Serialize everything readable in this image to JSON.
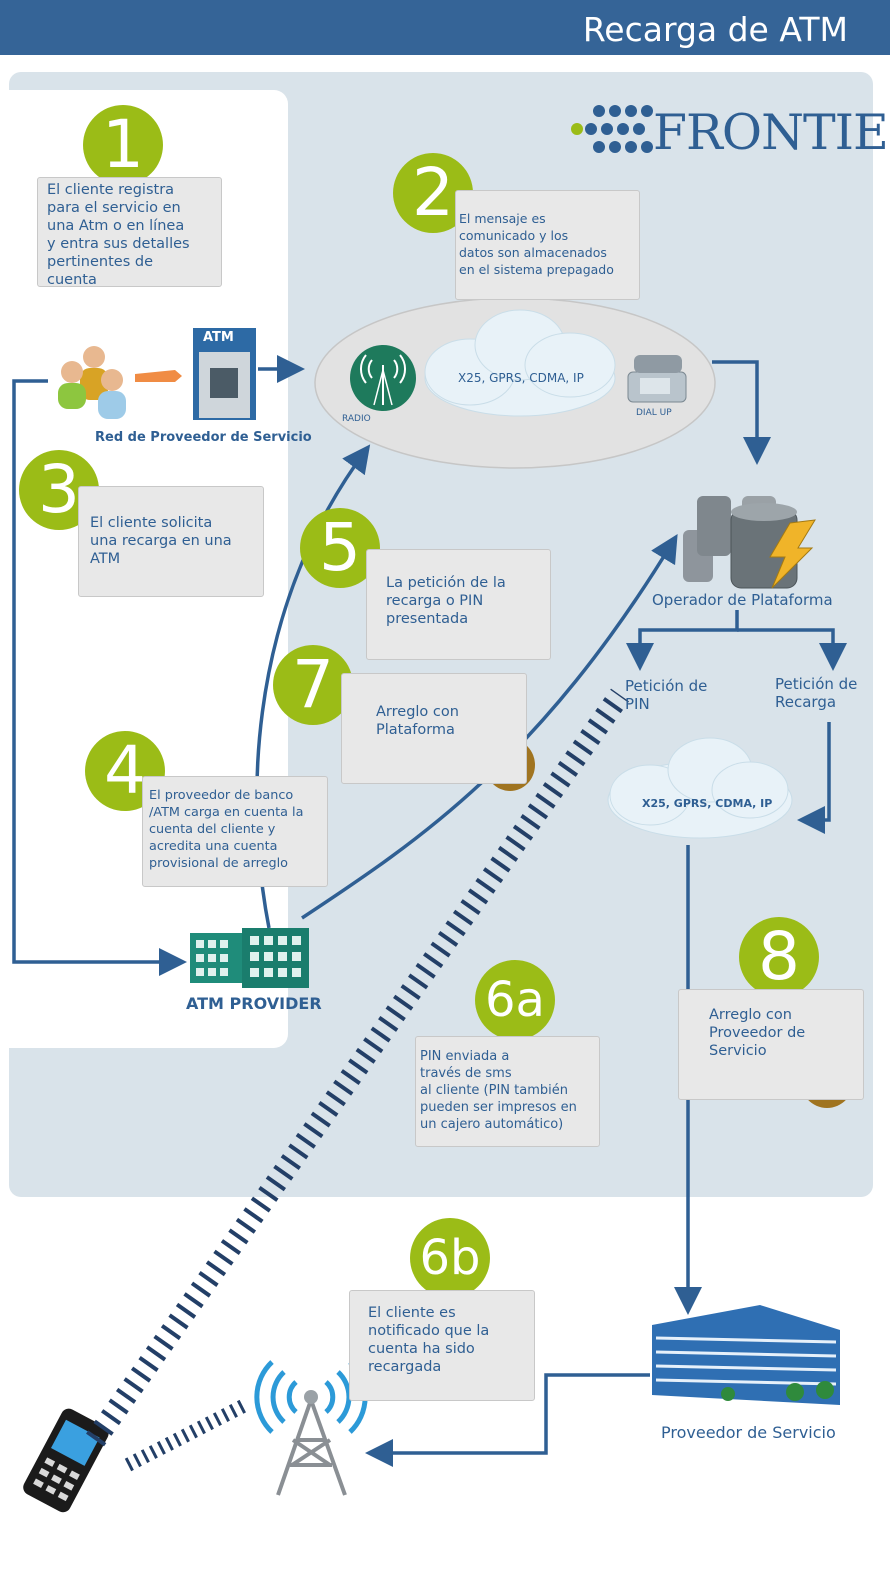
{
  "header": {
    "title": "Recarga de ATM"
  },
  "logo": {
    "text": "FRONTIER"
  },
  "steps": {
    "s1": {
      "number": "1",
      "text": "El cliente registra\npara el servicio en\nuna Atm o en línea\ny entra sus detalles\npertinentes de\ncuenta"
    },
    "s2": {
      "number": "2",
      "text": "El mensaje es\ncomunicado y los\ndatos son almacenados\nen el sistema prepagado"
    },
    "s3": {
      "number": "3",
      "text": "El cliente solicita\nuna recarga en una\nATM"
    },
    "s4": {
      "number": "4",
      "text": "El proveedor de banco\n/ATM carga en cuenta la\ncuenta del cliente y\nacredita una cuenta\nprovisional de arreglo"
    },
    "s5": {
      "number": "5",
      "text": "La petición de la\nrecarga o PIN\npresentada"
    },
    "s6a": {
      "number": "6a",
      "text": "PIN enviada a\ntravés de sms\nal cliente (PIN también\npueden ser impresos en\nun cajero automático)"
    },
    "s6b": {
      "number": "6b",
      "text": "El cliente es\nnotificado que la\ncuenta ha sido\nrecargada"
    },
    "s7": {
      "number": "7",
      "text": "Arreglo con\nPlataforma"
    },
    "s8": {
      "number": "8",
      "text": "Arreglo con\nProveedor de\nServicio"
    }
  },
  "labels": {
    "atm_sign": "ATM",
    "service_network": "Red de Proveedor de Servicio",
    "radio": "RADIO",
    "cloud_top": "X25, GPRS, CDMA, IP",
    "dial_up": "DIAL UP",
    "platform_operator": "Operador de Plataforma",
    "pin_request": "Petición de\nPIN",
    "recharge_request": "Petición de\nRecarga",
    "cloud_bottom": "X25, GPRS, CDMA, IP",
    "atm_provider": "ATM PROVIDER",
    "service_provider": "Proveedor de Servicio"
  },
  "colors": {
    "header": "#356497",
    "accent_green": "#9bbc17",
    "arrow": "#2f5f93",
    "panel": "#d9e3ea"
  }
}
